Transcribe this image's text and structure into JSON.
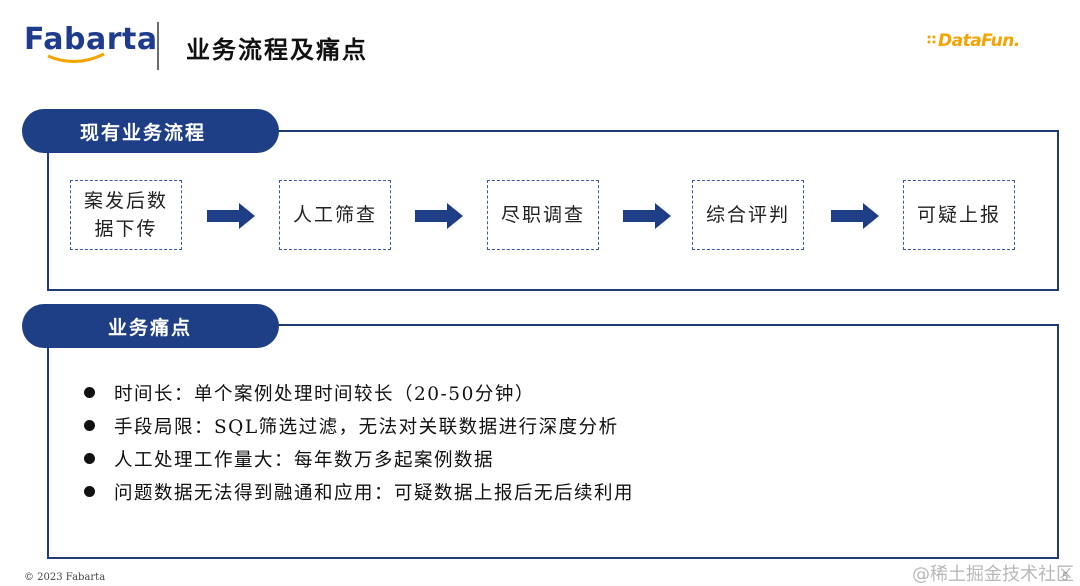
{
  "header": {
    "logo_text": "Fabarta",
    "title": "业务流程及痛点",
    "brand": "DataFun."
  },
  "colors": {
    "navy": "#1e3e86",
    "panel_border": "#1f3c74",
    "brand_orange": "#f5a300"
  },
  "flow": {
    "title": "现有业务流程",
    "steps": [
      {
        "line1": "案发后数",
        "line2": "据下传"
      },
      {
        "line1": "人工筛查",
        "line2": ""
      },
      {
        "line1": "尽职调查",
        "line2": ""
      },
      {
        "line1": "综合评判",
        "line2": ""
      },
      {
        "line1": "可疑上报",
        "line2": ""
      }
    ],
    "arrow_icon": "right-arrow-icon"
  },
  "pain": {
    "title": "业务痛点",
    "items": [
      "时间长：单个案例处理时间较长（20-50分钟）",
      "手段局限：SQL筛选过滤，无法对关联数据进行深度分析",
      "人工处理工作量大：每年数万多起案例数据",
      "问题数据无法得到融通和应用：可疑数据上报后无后续利用"
    ]
  },
  "footer": {
    "copyright": "© 2023 Fabarta",
    "watermark": "@稀土掘金技术社区",
    "page_number": "5"
  }
}
